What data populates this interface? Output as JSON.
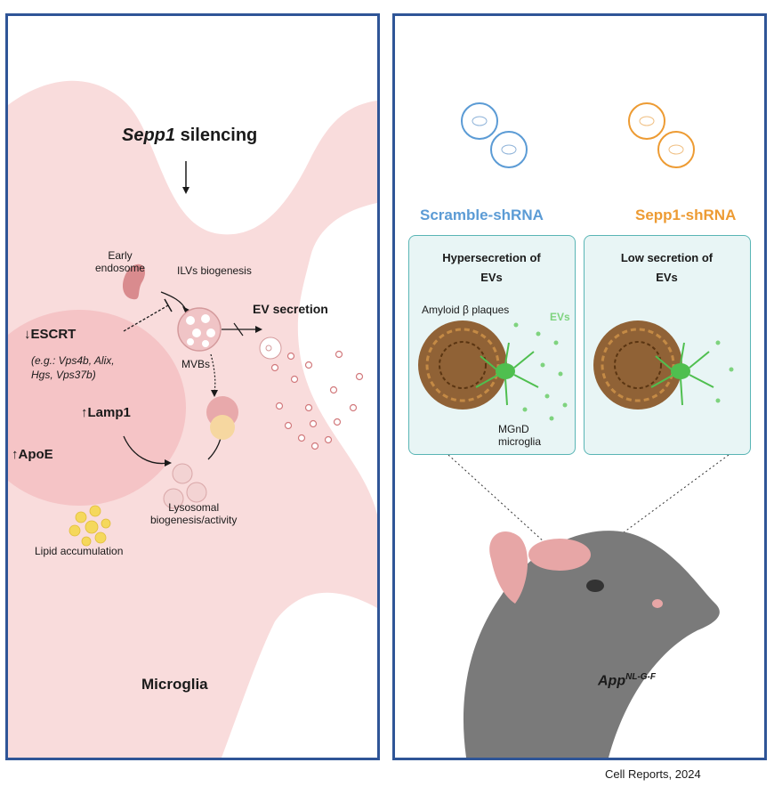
{
  "left": {
    "trigger_prefix": "Sepp1",
    "trigger_suffix": " silencing",
    "early_endosome": [
      "Early",
      "endosome"
    ],
    "ilvs": "ILVs biogenesis",
    "ev_secretion": "EV secretion",
    "mvbs": "MVBs",
    "escrt_arrow": "↓",
    "escrt": "ESCRT",
    "escrt_examples": [
      "(e.g.: Vps4b, Alix,",
      "Hgs, Vps37b)"
    ],
    "lamp_arrow": "↑",
    "lamp1": "Lamp1",
    "apoe_arrow": "↑",
    "apoe": "ApoE",
    "lysosomal": [
      "Lysosomal",
      "biogenesis/activity"
    ],
    "lipid": "Lipid accumulation",
    "cell_label": "Microglia"
  },
  "right": {
    "scramble_label": "Scramble-shRNA",
    "sepp1_label": "Sepp1-shRNA",
    "box1_title": [
      "Hypersecretion of",
      "EVs"
    ],
    "box2_title": [
      "Low secretion of",
      "EVs"
    ],
    "plaques": "Amyloid β plaques",
    "evs": "EVs",
    "mgnd": [
      "MGnD",
      "microglia"
    ],
    "mouse_base": "App",
    "mouse_sup": "NL-G-F"
  },
  "colors": {
    "border": "#2f5597",
    "scramble": "#5b9bd5",
    "sepp1": "#ed9b33",
    "cell": "#f9dcdc",
    "box_border": "#59b5b5",
    "ev_green": "#7ed37e"
  },
  "source": "Cell Reports, 2024"
}
